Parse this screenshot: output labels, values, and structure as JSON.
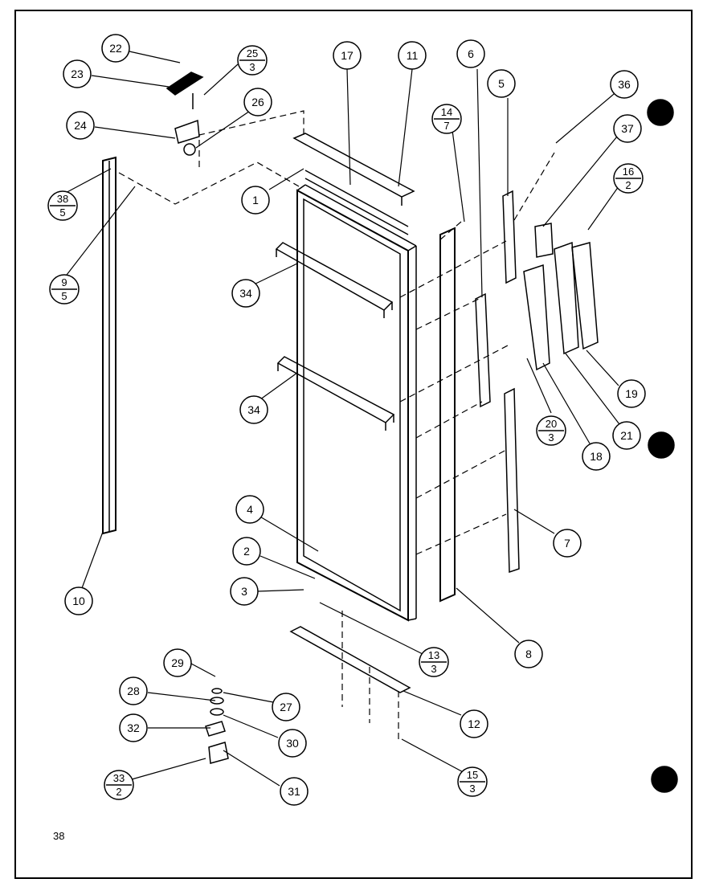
{
  "page_number": "38",
  "callouts": {
    "c1": "1",
    "c2": "2",
    "c3": "3",
    "c4": "4",
    "c5": "5",
    "c6": "6",
    "c7": "7",
    "c8": "8",
    "c10": "10",
    "c11": "11",
    "c12": "12",
    "c17": "17",
    "c18": "18",
    "c19": "19",
    "c21": "21",
    "c22": "22",
    "c23": "23",
    "c24": "24",
    "c26": "26",
    "c27": "27",
    "c28": "28",
    "c29": "29",
    "c30": "30",
    "c31": "31",
    "c32": "32",
    "c34a": "34",
    "c34b": "34",
    "c36": "36",
    "c37": "37"
  },
  "fractions": {
    "f25": {
      "top": "25",
      "bottom": "3"
    },
    "f14": {
      "top": "14",
      "bottom": "7"
    },
    "f16": {
      "top": "16",
      "bottom": "2"
    },
    "f38": {
      "top": "38",
      "bottom": "5"
    },
    "f9": {
      "top": "9",
      "bottom": "5"
    },
    "f20": {
      "top": "20",
      "bottom": "3"
    },
    "f13": {
      "top": "13",
      "bottom": "3"
    },
    "f33": {
      "top": "33",
      "bottom": "2"
    },
    "f15": {
      "top": "15",
      "bottom": "3"
    }
  },
  "colors": {
    "ink": "#000000",
    "paper": "#ffffff"
  }
}
